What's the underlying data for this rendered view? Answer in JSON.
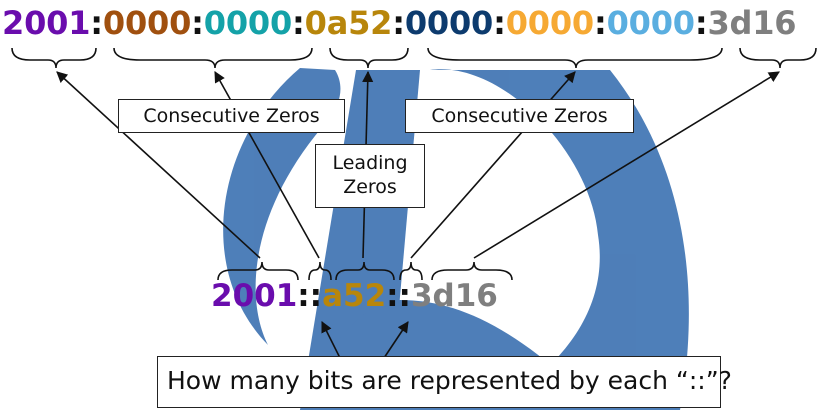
{
  "colors": {
    "logo_blue": "#3f74b3",
    "g1": "#6a0dad",
    "g2": "#a0500f",
    "g3": "#14a2a8",
    "g4": "#b8860b",
    "g5": "#0d3b6e",
    "g6": "#f6a933",
    "g7": "#5aaee0",
    "g8": "#7f7f7f",
    "sep": "#111111"
  },
  "full_address": {
    "groups": [
      "2001",
      "0000",
      "0000",
      "0a52",
      "0000",
      "0000",
      "0000",
      "3d16"
    ],
    "separator": ":"
  },
  "short_address": {
    "part1": "2001",
    "dc1": "::",
    "part2": "a52",
    "dc2": "::",
    "part3": "3d16"
  },
  "labels": {
    "consecutive_left": "Consecutive Zeros",
    "leading_line1": "Leading",
    "leading_line2": "Zeros",
    "consecutive_right": "Consecutive Zeros"
  },
  "question": "How many bits are represented by each “::”?"
}
